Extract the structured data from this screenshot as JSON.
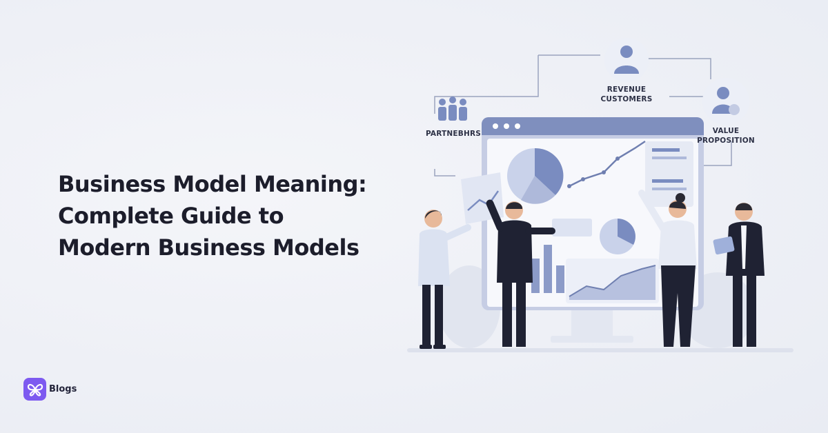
{
  "headline": {
    "line1": "Business Model Meaning:",
    "line2": "Complete Guide to",
    "line3": "Modern Business Models"
  },
  "brand": {
    "name": "Blogs",
    "logo_icon": "butterfly-icon",
    "accent_color": "#7d5af0"
  },
  "illustration": {
    "labels": {
      "partners": "PARTNEBHRS",
      "revenue_line1": "REVENUE",
      "revenue_line2": "CUSTOMERS",
      "value_line1": "VALUE",
      "value_line2": "PROPOSITION"
    },
    "colors": {
      "primary": "#7a8cc0",
      "light": "#c9d2ea",
      "dark_suit": "#1f2233",
      "skin": "#e8b99a"
    }
  }
}
